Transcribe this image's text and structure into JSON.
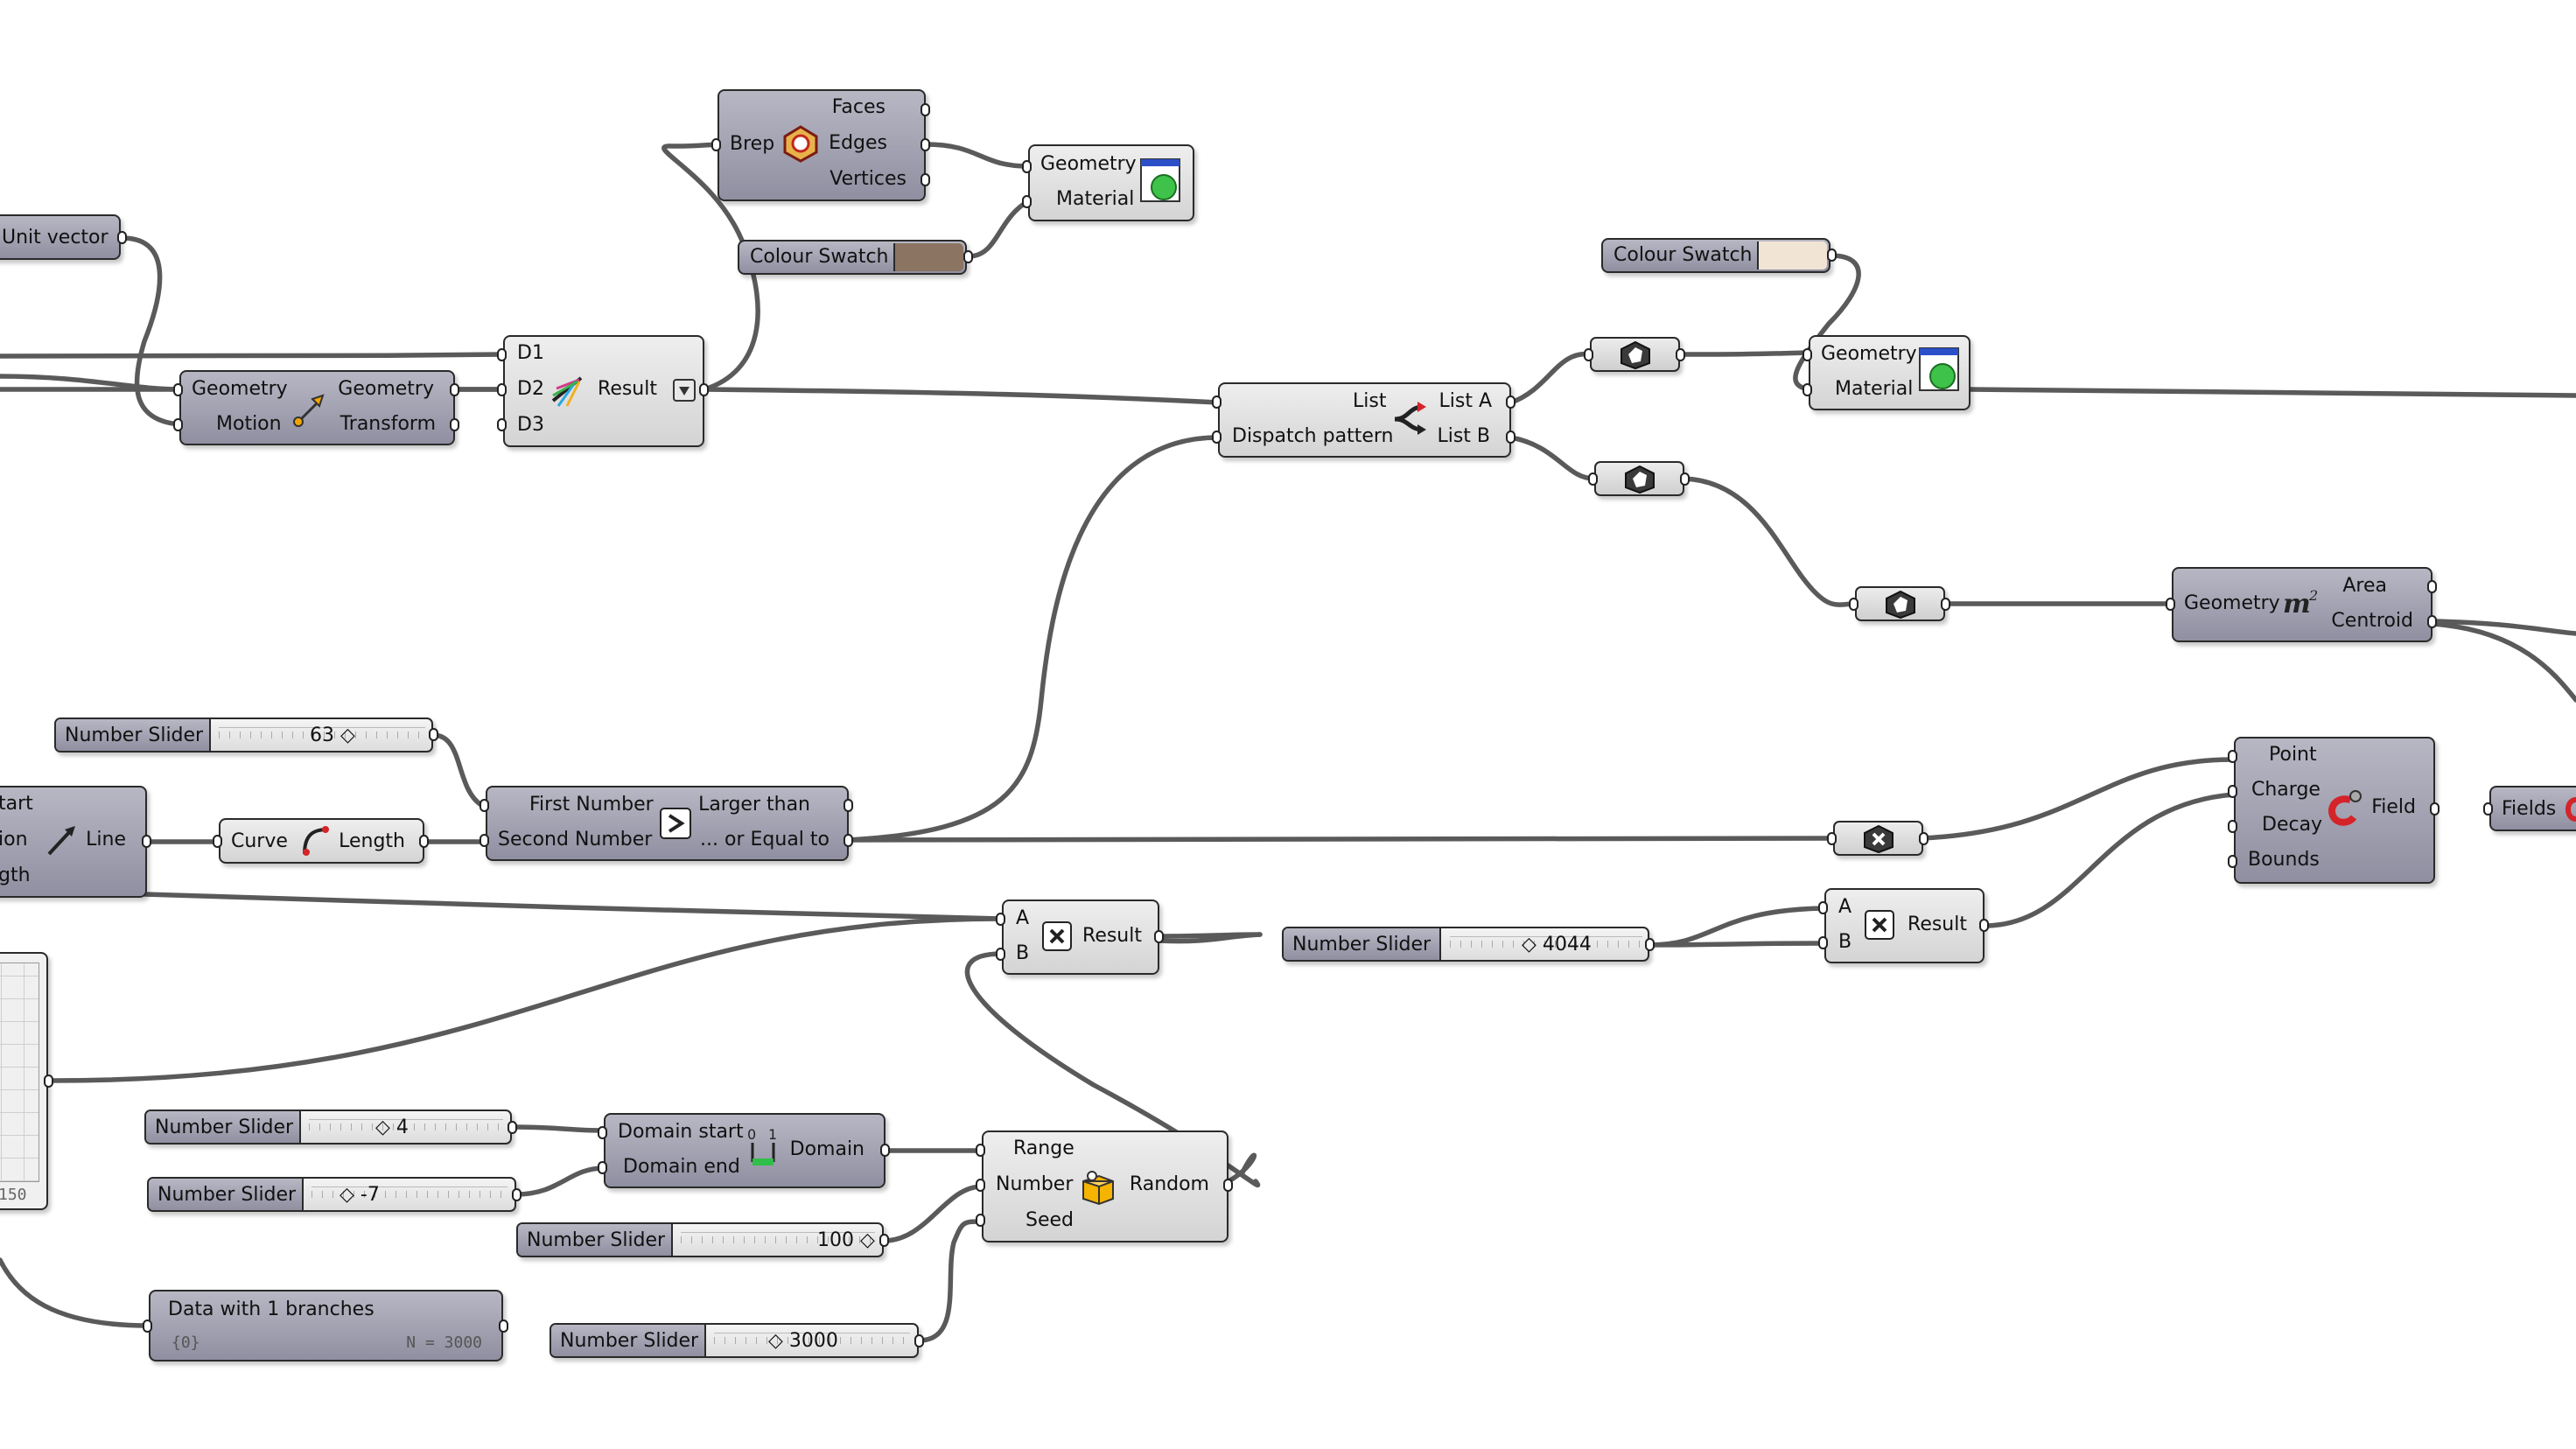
{
  "components": {
    "unit_vector": {
      "output": "Unit vector"
    },
    "deconstruct_brep": {
      "input": "Brep",
      "outputs": [
        "Faces",
        "Edges",
        "Vertices"
      ]
    },
    "preview_top": {
      "inputs": [
        "Geometry",
        "Material"
      ]
    },
    "colour_swatch_1": {
      "label": "Colour Swatch",
      "color": "#8b7461"
    },
    "colour_swatch_2": {
      "label": "Colour Swatch",
      "color": "#f2e4d4"
    },
    "move": {
      "inputs": [
        "Geometry",
        "Motion"
      ],
      "outputs": [
        "Geometry",
        "Transform"
      ]
    },
    "merge": {
      "inputs": [
        "D1",
        "D2",
        "D3"
      ],
      "output": "Result"
    },
    "dispatch": {
      "inputs": [
        "List",
        "Dispatch pattern"
      ],
      "outputs": [
        "List A",
        "List B"
      ]
    },
    "preview_right": {
      "inputs": [
        "Geometry",
        "Material"
      ]
    },
    "area": {
      "input": "Geometry",
      "outputs": [
        "Area",
        "Centroid"
      ]
    },
    "line_sdl": {
      "inputs": [
        "tart",
        "ion",
        "gth"
      ],
      "output": "Line"
    },
    "length": {
      "input": "Curve",
      "output": "Length"
    },
    "larger_than": {
      "inputs": [
        "First Number",
        "Second Number"
      ],
      "outputs": [
        "Larger than",
        "... or Equal to"
      ]
    },
    "multiply_1": {
      "inputs": [
        "A",
        "B"
      ],
      "output": "Result"
    },
    "multiply_2": {
      "inputs": [
        "A",
        "B"
      ],
      "output": "Result"
    },
    "point_charge": {
      "inputs": [
        "Point",
        "Charge",
        "Decay",
        "Bounds"
      ],
      "output": "Field"
    },
    "merge_fields": {
      "input": "Fields"
    },
    "construct_domain": {
      "inputs": [
        "Domain start",
        "Domain end"
      ],
      "output": "Domain"
    },
    "random": {
      "inputs": [
        "Range",
        "Number",
        "Seed"
      ],
      "output": "Random"
    },
    "panel": {
      "title": "Data with 1 branches",
      "path": "{0}",
      "count": "N = 3000"
    },
    "graph_axis_value": "150"
  },
  "sliders": [
    {
      "label": "Number Slider",
      "value": "63 ◇"
    },
    {
      "label": "Number Slider",
      "value": "◇ 4044"
    },
    {
      "label": "Number Slider",
      "value": "◇ 4"
    },
    {
      "label": "Number Slider",
      "value": "◇ -7"
    },
    {
      "label": "Number Slider",
      "value": "100 ◇"
    },
    {
      "label": "Number Slider",
      "value": "◇ 3000"
    }
  ],
  "icons": [
    "deconstruct-brep-icon",
    "preview-icon",
    "move-icon",
    "merge-icon",
    "dispatch-icon",
    "geometry-param-icon",
    "area-icon",
    "line-icon",
    "length-icon",
    "larger-than-icon",
    "multiply-icon",
    "cull-icon",
    "point-charge-icon",
    "domain-icon",
    "random-icon"
  ]
}
